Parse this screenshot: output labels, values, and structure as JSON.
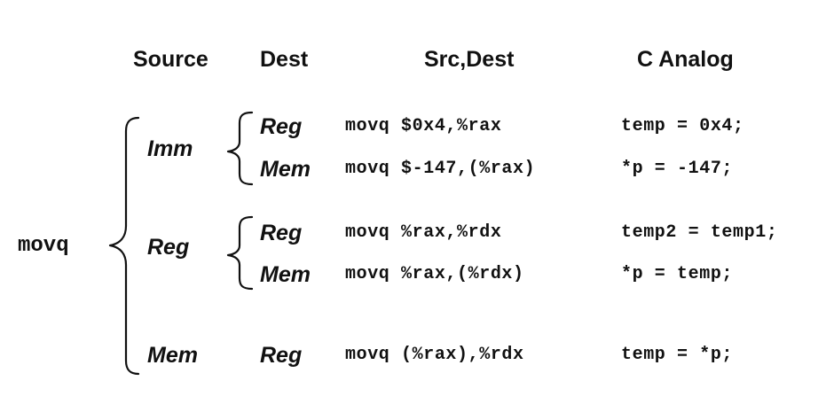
{
  "headers": {
    "source": "Source",
    "dest": "Dest",
    "src_dest": "Src,Dest",
    "c_analog": "C Analog"
  },
  "instruction": "movq",
  "groups": [
    {
      "source": "Imm",
      "rows": [
        {
          "dest": "Reg",
          "asm": "movq $0x4,%rax",
          "c": "temp = 0x4;"
        },
        {
          "dest": "Mem",
          "asm": "movq $-147,(%rax)",
          "c": "*p = -147;"
        }
      ]
    },
    {
      "source": "Reg",
      "rows": [
        {
          "dest": "Reg",
          "asm": "movq %rax,%rdx",
          "c": "temp2 = temp1;"
        },
        {
          "dest": "Mem",
          "asm": "movq %rax,(%rdx)",
          "c": "*p = temp;"
        }
      ]
    },
    {
      "source": "Mem",
      "rows": [
        {
          "dest": "Reg",
          "asm": "movq (%rax),%rdx",
          "c": "temp = *p;"
        }
      ]
    }
  ],
  "colors": {
    "text": "#111111",
    "background": "#ffffff"
  }
}
